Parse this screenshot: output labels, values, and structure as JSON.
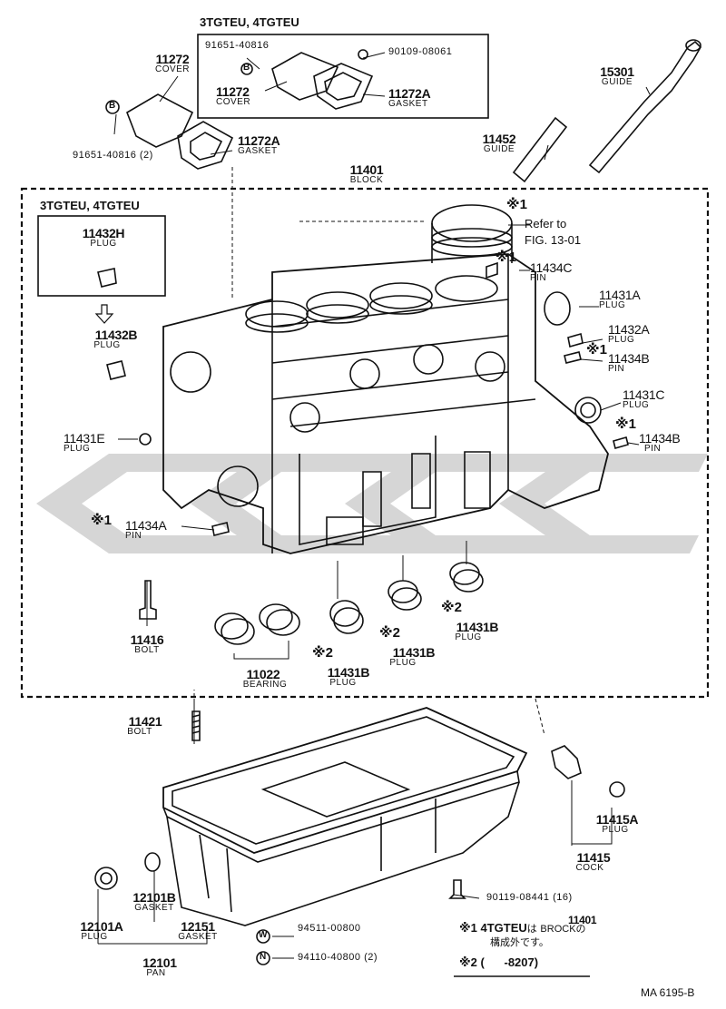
{
  "figure_id": "MA 6195-B",
  "groups": {
    "cover_group": "3TGTEU, 4TGTEU",
    "plug_group": "3TGTEU, 4TGTEU"
  },
  "parts": {
    "p_11272_left": {
      "num": "11272",
      "name": "COVER"
    },
    "p_91651_left": {
      "num": "91651-40816 (2)"
    },
    "p_11272A_left": {
      "num": "11272A",
      "name": "GASKET"
    },
    "p_91651_box": {
      "num": "91651-40816"
    },
    "p_90109": {
      "num": "90109-08061"
    },
    "p_11272_box": {
      "num": "11272",
      "name": "COVER"
    },
    "p_11272A_box": {
      "num": "11272A",
      "name": "GASKET"
    },
    "p_15301": {
      "num": "15301",
      "name": "GUIDE"
    },
    "p_11452": {
      "num": "11452",
      "name": "GUIDE"
    },
    "p_11401": {
      "num": "11401",
      "name": "BLOCK"
    },
    "p_11432H": {
      "num": "11432H",
      "name": "PLUG"
    },
    "p_11432B": {
      "num": "11432B",
      "name": "PLUG"
    },
    "p_11434C": {
      "num": "11434C",
      "name": "PIN"
    },
    "p_11431A": {
      "num": "11431A",
      "name": "PLUG"
    },
    "p_11432A": {
      "num": "11432A",
      "name": "PLUG"
    },
    "p_11434B_top": {
      "num": "11434B",
      "name": "PIN"
    },
    "p_11431C": {
      "num": "11431C",
      "name": "PLUG"
    },
    "p_11434B_low": {
      "num": "11434B",
      "name": "PIN"
    },
    "p_11431E": {
      "num": "11431E",
      "name": "PLUG"
    },
    "p_11434A": {
      "num": "11434A",
      "name": "PIN"
    },
    "p_11416": {
      "num": "11416",
      "name": "BOLT"
    },
    "p_11022": {
      "num": "11022",
      "name": "BEARING"
    },
    "p_11431B_1": {
      "num": "11431B",
      "name": "PLUG"
    },
    "p_11431B_2": {
      "num": "11431B",
      "name": "PLUG"
    },
    "p_11431B_3": {
      "num": "11431B",
      "name": "PLUG"
    },
    "p_11421": {
      "num": "11421",
      "name": "BOLT"
    },
    "p_11415A": {
      "num": "11415A",
      "name": "PLUG"
    },
    "p_11415": {
      "num": "11415",
      "name": "COCK"
    },
    "p_90119": {
      "num": "90119-08441 (16)"
    },
    "p_94511": {
      "num": "94511-00800"
    },
    "p_94110": {
      "num": "94110-40800 (2)"
    },
    "p_12101B": {
      "num": "12101B",
      "name": "GASKET"
    },
    "p_12101A": {
      "num": "12101A",
      "name": "PLUG"
    },
    "p_12151": {
      "num": "12151",
      "name": "GASKET"
    },
    "p_12101": {
      "num": "12101",
      "name": "PAN"
    }
  },
  "marks": {
    "m1": "※1",
    "m2": "※2",
    "callout_b": "B",
    "callout_w": "W",
    "callout_n": "N"
  },
  "refer": {
    "line1": "Refer to",
    "line2": "FIG. 13-01"
  },
  "footnotes": {
    "note1_mark": "※1",
    "note1_text": "4TGTEU",
    "note1_part": "11401",
    "note1_ha": "は",
    "note1_block": "BROCK",
    "note1_no": "の",
    "note1_line2": "構成外です。",
    "note2_mark": "※2",
    "note2_text": "(      -8207)"
  },
  "colors": {
    "ink": "#111111",
    "watermark": "#d4d4d4"
  }
}
